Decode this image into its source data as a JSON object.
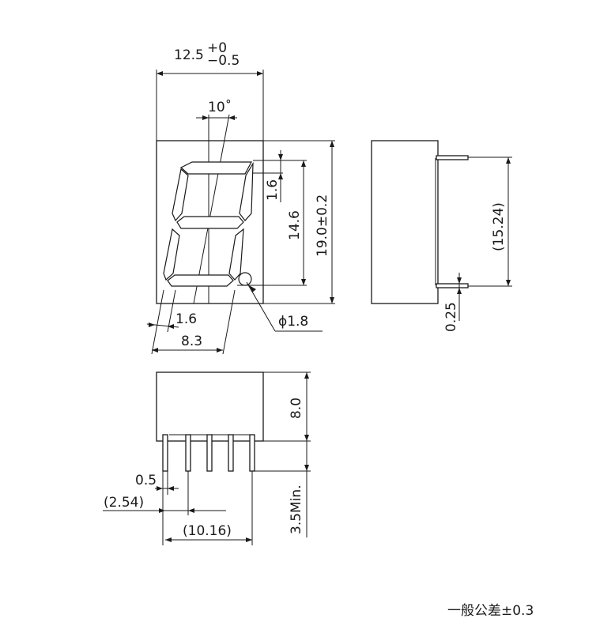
{
  "dimensions": {
    "width_nominal": "12.5",
    "width_tol_plus": "+0",
    "width_tol_minus": "−0.5",
    "slant_angle": "10˚",
    "segment_width": "1.6",
    "digit_height": "14.6",
    "body_height": "19.0±0.2",
    "segment_stroke": "1.6",
    "dot_diameter": "ϕ1.8",
    "digit_width": "8.3",
    "pin_row_spacing": "(15.24)",
    "pin_thickness": "0.25",
    "body_depth": "8.0",
    "pin_width": "0.5",
    "pin_pitch": "(2.54)",
    "pin_span": "(10.16)",
    "pin_length": "3.5Min."
  },
  "note": {
    "general_tolerance": "一般公差±0.3"
  }
}
